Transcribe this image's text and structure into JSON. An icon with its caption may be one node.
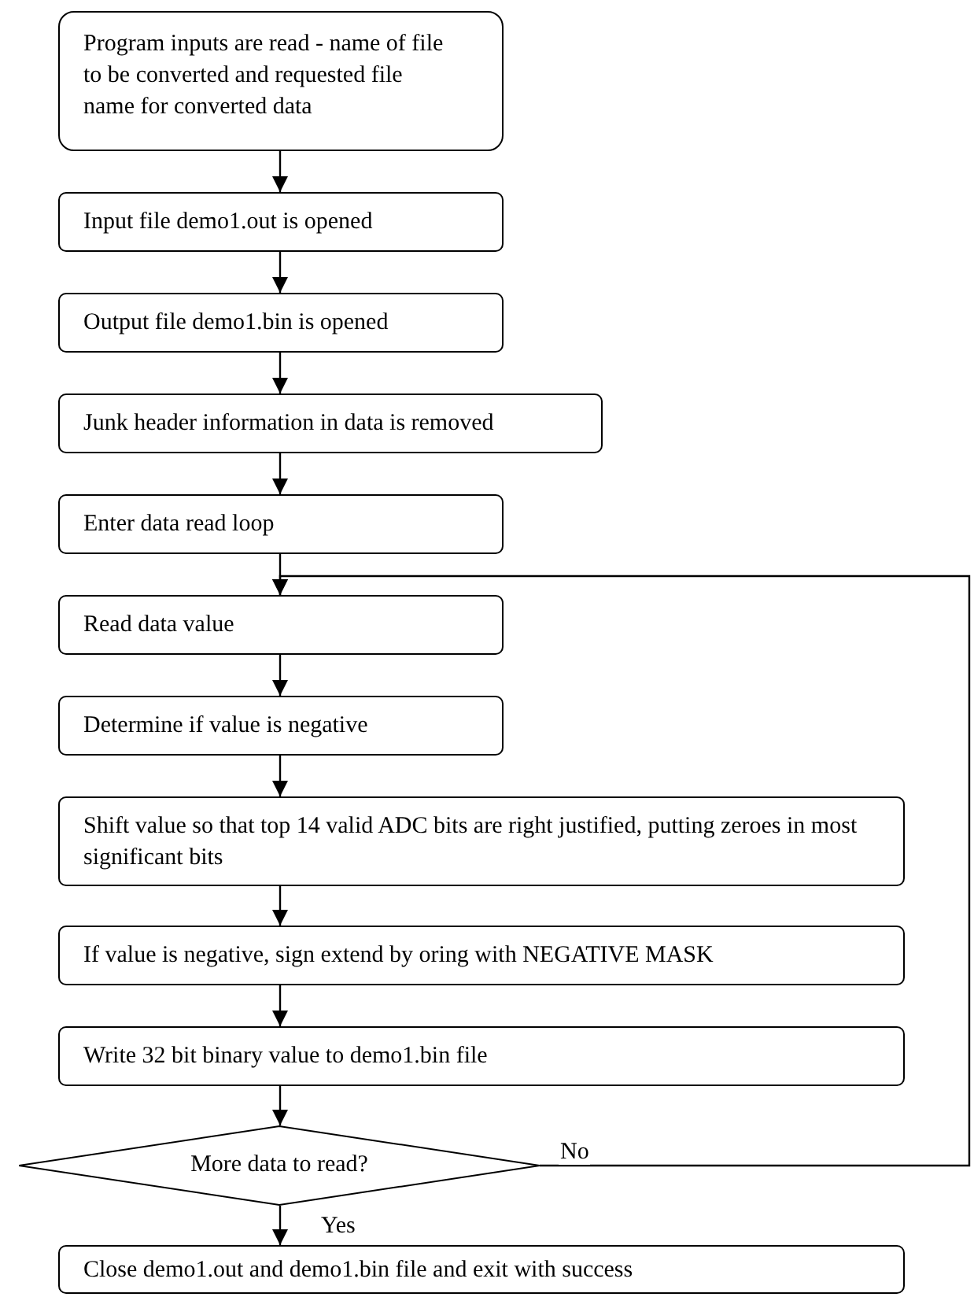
{
  "diagram": {
    "nodes": [
      {
        "text": [
          "Program inputs are read - name of file to be converted and requested file name for converted data"
        ]
      },
      {
        "text": [
          "Input file demo1.out is opened"
        ]
      },
      {
        "text": [
          "Output file demo1.bin is opened"
        ]
      },
      {
        "text": [
          "Junk header information in data is removed"
        ]
      },
      {
        "text": [
          "Enter data read loop"
        ]
      },
      {
        "text": [
          "Read data value"
        ]
      },
      {
        "text": [
          "Determine if value is negative"
        ]
      },
      {
        "text": [
          "Shift value so that top 14 valid ADC bits are right justified, putting zeroes in most significant bits"
        ]
      },
      {
        "text": [
          "If value is negative, sign extend by oring with NEGATIVE MASK"
        ]
      },
      {
        "text": [
          "Write 32 bit binary value to demo1.bin file"
        ]
      },
      {
        "text": [
          "More data to read?"
        ]
      },
      {
        "text": [
          "Close demo1.out and demo1.bin file and exit with success"
        ]
      }
    ],
    "edges": [
      {
        "from": 0,
        "to": 1,
        "arrow": "to"
      },
      {
        "from": 1,
        "to": 2,
        "arrow": "to"
      },
      {
        "from": 2,
        "to": 3,
        "arrow": "to"
      },
      {
        "from": 3,
        "to": 4,
        "arrow": "to"
      },
      {
        "from": 4,
        "to": 5,
        "arrow": "to"
      },
      {
        "from": 5,
        "to": 6,
        "arrow": "to"
      },
      {
        "from": 6,
        "to": 7,
        "arrow": "to"
      },
      {
        "from": 7,
        "to": 8,
        "arrow": "to"
      },
      {
        "from": 8,
        "to": 9,
        "arrow": "to"
      },
      {
        "from": 9,
        "to": 10,
        "arrow": "to"
      },
      {
        "from": 10,
        "to": 11,
        "label": "Yes",
        "arrow": "to"
      },
      {
        "from": 10,
        "to": 5,
        "label": "No",
        "arrow": "to"
      }
    ]
  }
}
